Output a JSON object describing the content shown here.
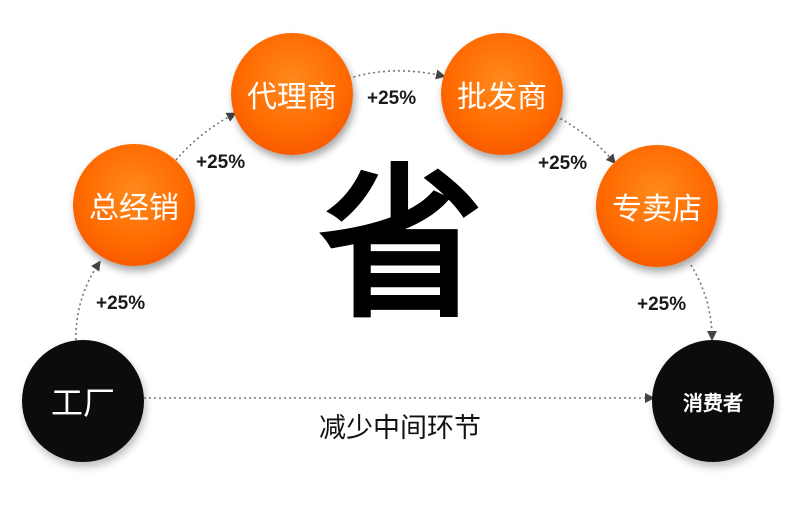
{
  "nodes": {
    "factory": "工厂",
    "general_distributor": "总经销",
    "agent": "代理商",
    "wholesaler": "批发商",
    "store": "专卖店",
    "consumer": "消费者"
  },
  "markups": {
    "factory_to_general": "+25%",
    "general_to_agent": "+25%",
    "agent_to_wholesaler": "+25%",
    "wholesaler_to_store": "+25%",
    "store_to_consumer": "+25%"
  },
  "center_char": "省",
  "caption": "减少中间环节",
  "colors": {
    "orange": "#ff6a00",
    "black": "#0c0c0c",
    "arrow": "#666666"
  }
}
